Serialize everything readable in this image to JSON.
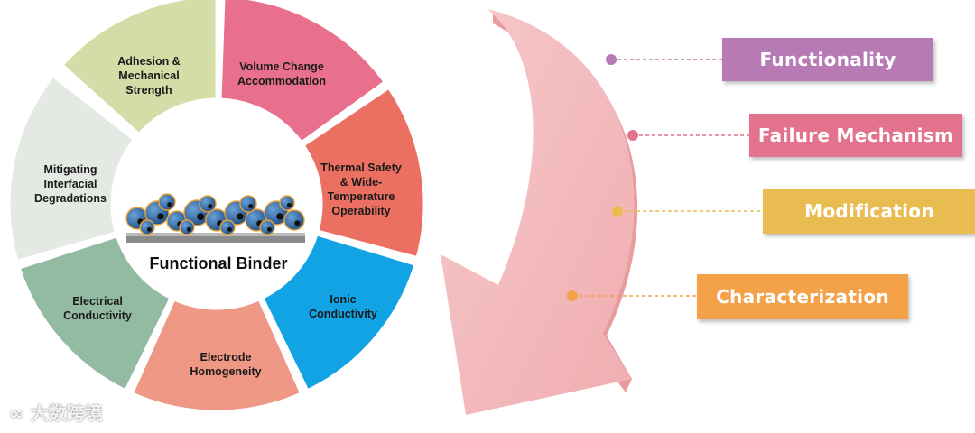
{
  "diagram": {
    "center_title": "Functional Binder",
    "segments": [
      {
        "lines": [
          "Volume Change",
          "Accommodation"
        ],
        "color": "#e8708d"
      },
      {
        "lines": [
          "Thermal Safety",
          "& Wide-",
          "Temperature",
          "Operability"
        ],
        "color": "#ec7061"
      },
      {
        "lines": [
          "Ionic",
          "Conductivity"
        ],
        "color": "#12a3e4"
      },
      {
        "lines": [
          "Electrode",
          "Homogeneity"
        ],
        "color": "#ef9885"
      },
      {
        "lines": [
          "Electrical",
          "Conductivity"
        ],
        "color": "#93bba2"
      },
      {
        "lines": [
          "Mitigating",
          "Interfacial",
          "Degradations"
        ],
        "color": "#e4e9e4"
      },
      {
        "lines": [
          "Adhesion &",
          "Mechanical",
          "Strength"
        ],
        "color": "#d4dca8"
      }
    ],
    "tags": [
      {
        "label": "Functionality",
        "color": "#b77ab5",
        "dot": "#b77ab5"
      },
      {
        "label": "Failure Mechanism",
        "color": "#e3728d",
        "dot": "#e3728d"
      },
      {
        "label": "Modification",
        "color": "#e9bc52",
        "dot": "#e9bc52"
      },
      {
        "label": "Characterization",
        "color": "#f3a24a",
        "dot": "#f3a24a"
      }
    ],
    "arrow_color": "#f2b3b5"
  },
  "watermark": "大数跨境"
}
